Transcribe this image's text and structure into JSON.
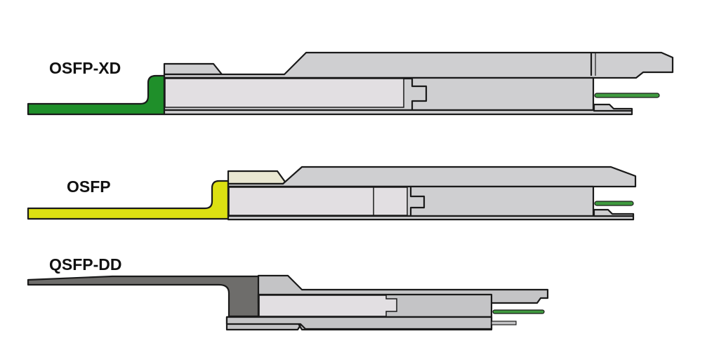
{
  "modules": [
    {
      "label": "OSFP-XD",
      "cable_color": "#1f8f2a"
    },
    {
      "label": "OSFP",
      "cable_color": "#dce012"
    },
    {
      "label": "QSFP-DD",
      "cable_color": "#6e6d6b"
    }
  ],
  "colors": {
    "housing": "#cfcfd1",
    "body_light": "#e2dfe2",
    "tab_osfp": "#e9e7d2",
    "pin": "#3f9a3f"
  }
}
